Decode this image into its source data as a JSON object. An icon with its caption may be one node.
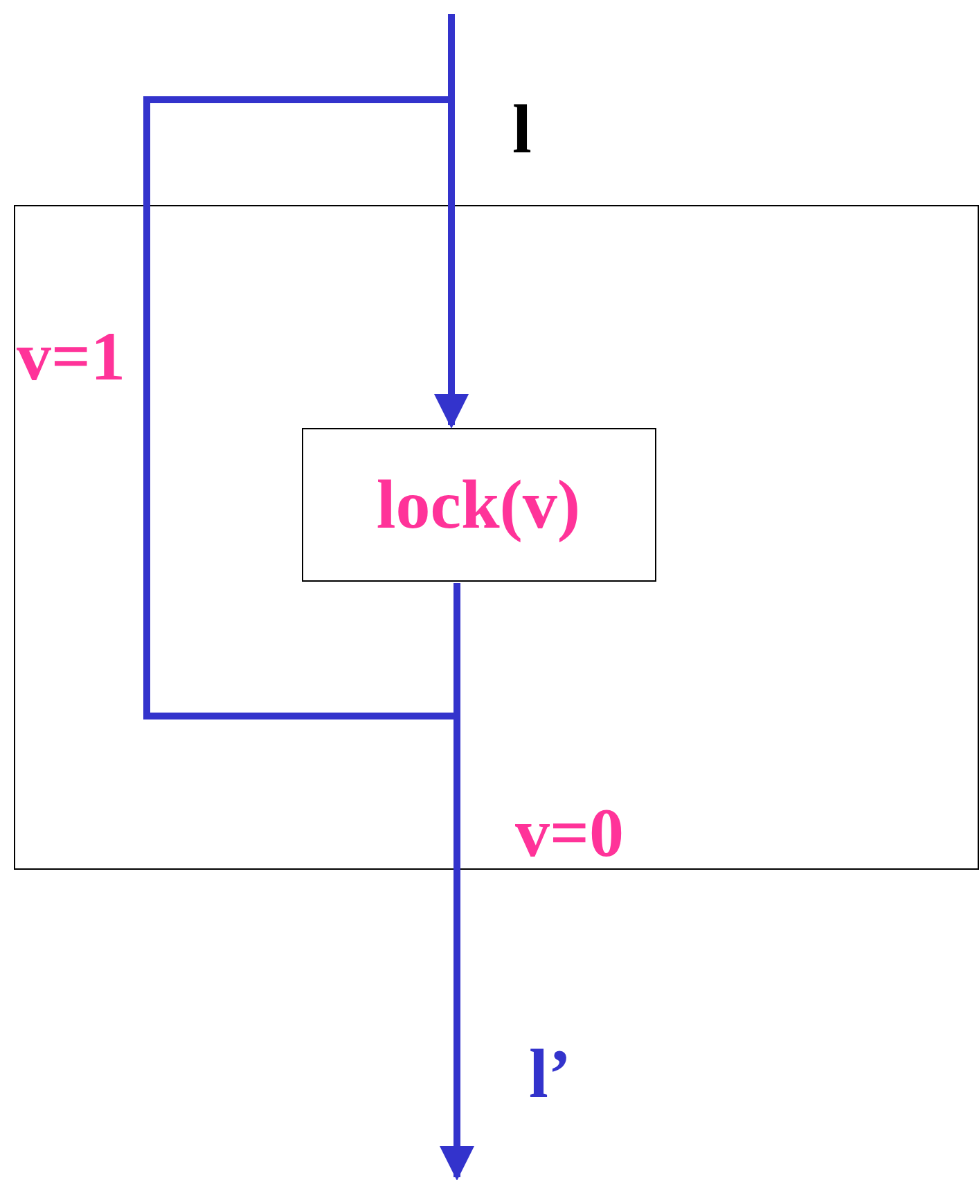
{
  "diagram": {
    "nodes": [
      {
        "text": [],
        "shape": "box"
      },
      {
        "text": [
          "lock(v)"
        ],
        "in": 0
      }
    ],
    "edges": [
      {
        "from": null,
        "to": 1,
        "arrow": "to",
        "label": "l"
      },
      {
        "from": 1,
        "to": 1,
        "arrow": "none",
        "label": "v=1"
      },
      {
        "from": 1,
        "to": null,
        "arrow": "to",
        "label": "l’"
      }
    ],
    "labels": [
      "v=0"
    ]
  }
}
